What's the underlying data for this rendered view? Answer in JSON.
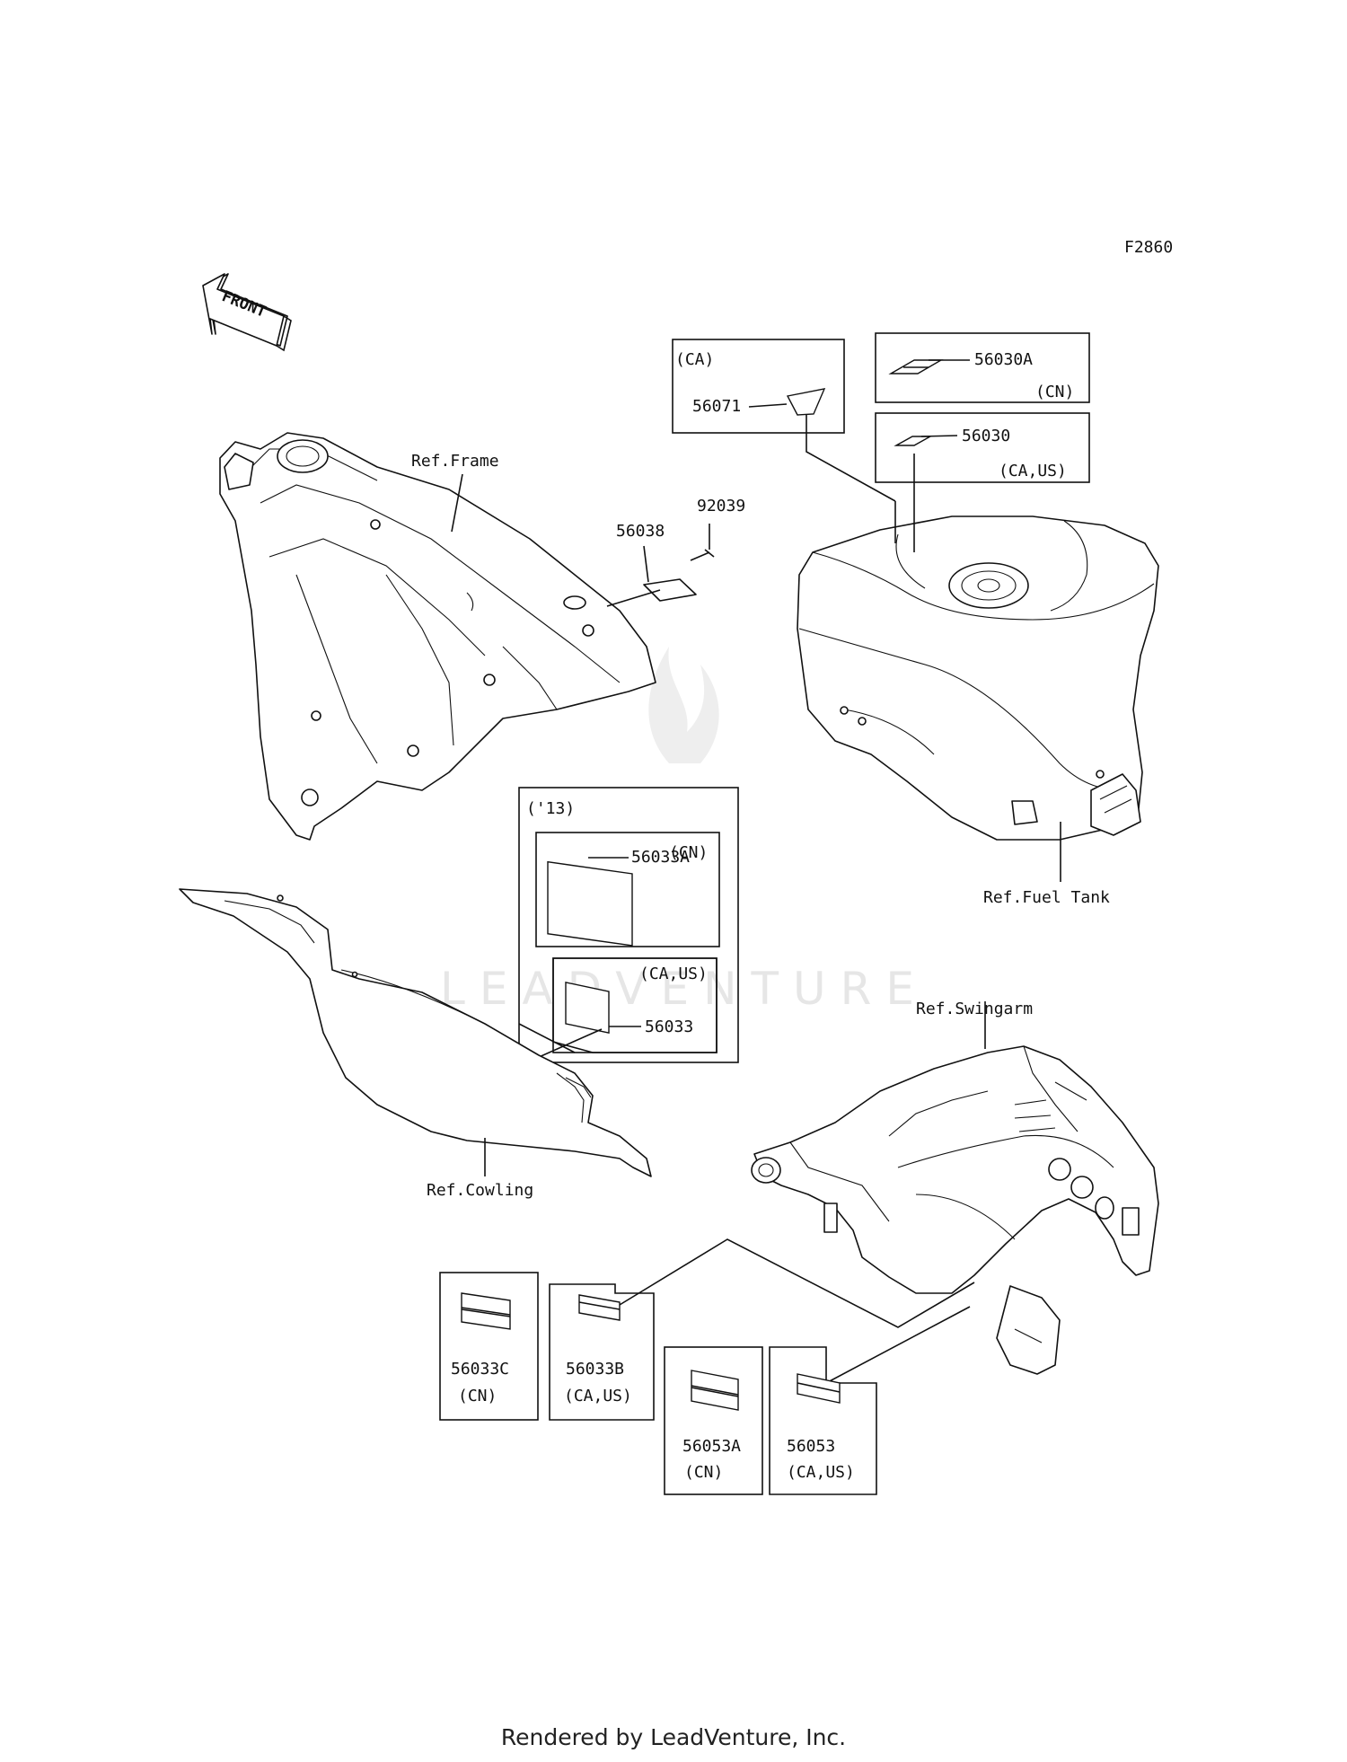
{
  "diagram_code": "F2860",
  "front_label": "FRONT",
  "refs": {
    "frame": "Ref.Frame",
    "fuel_tank": "Ref.Fuel Tank",
    "cowling": "Ref.Cowling",
    "swingarm": "Ref.Swingarm"
  },
  "parts": {
    "p92039": "92039",
    "p56038": "56038",
    "p56071": "56071",
    "p56030A": "56030A",
    "p56030": "56030",
    "p56033A": "56033A",
    "p56033": "56033",
    "p56033C": "56033C",
    "p56033B": "56033B",
    "p56053A": "56053A",
    "p56053": "56053"
  },
  "regions": {
    "ca": "(CA)",
    "cn": "(CN)",
    "ca_us": "(CA,US)",
    "year13": "('13)"
  },
  "watermark": "LEADVENTURE",
  "footer": "Rendered by LeadVenture, Inc."
}
